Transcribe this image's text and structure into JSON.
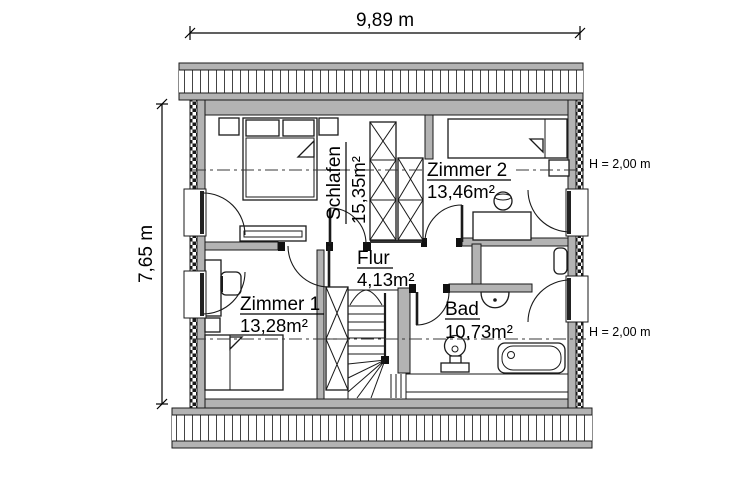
{
  "plan": {
    "width_label": "9,89 m",
    "height_label": "7,65 m",
    "height_note_upper": "H = 2,00 m",
    "height_note_lower": "H = 2,00 m",
    "rooms": {
      "schlafen": {
        "name": "Schlafen",
        "area": "15,35m²"
      },
      "zimmer2": {
        "name": "Zimmer 2",
        "area": "13,46m²"
      },
      "zimmer1": {
        "name": "Zimmer 1",
        "area": "13,28m²"
      },
      "flur": {
        "name": "Flur",
        "area": "4,13m²"
      },
      "bad": {
        "name": "Bad",
        "area": "10,73m²"
      }
    },
    "colors": {
      "wall": "#b3b3b3",
      "line": "#1a1a1a",
      "background": "#ffffff"
    }
  }
}
